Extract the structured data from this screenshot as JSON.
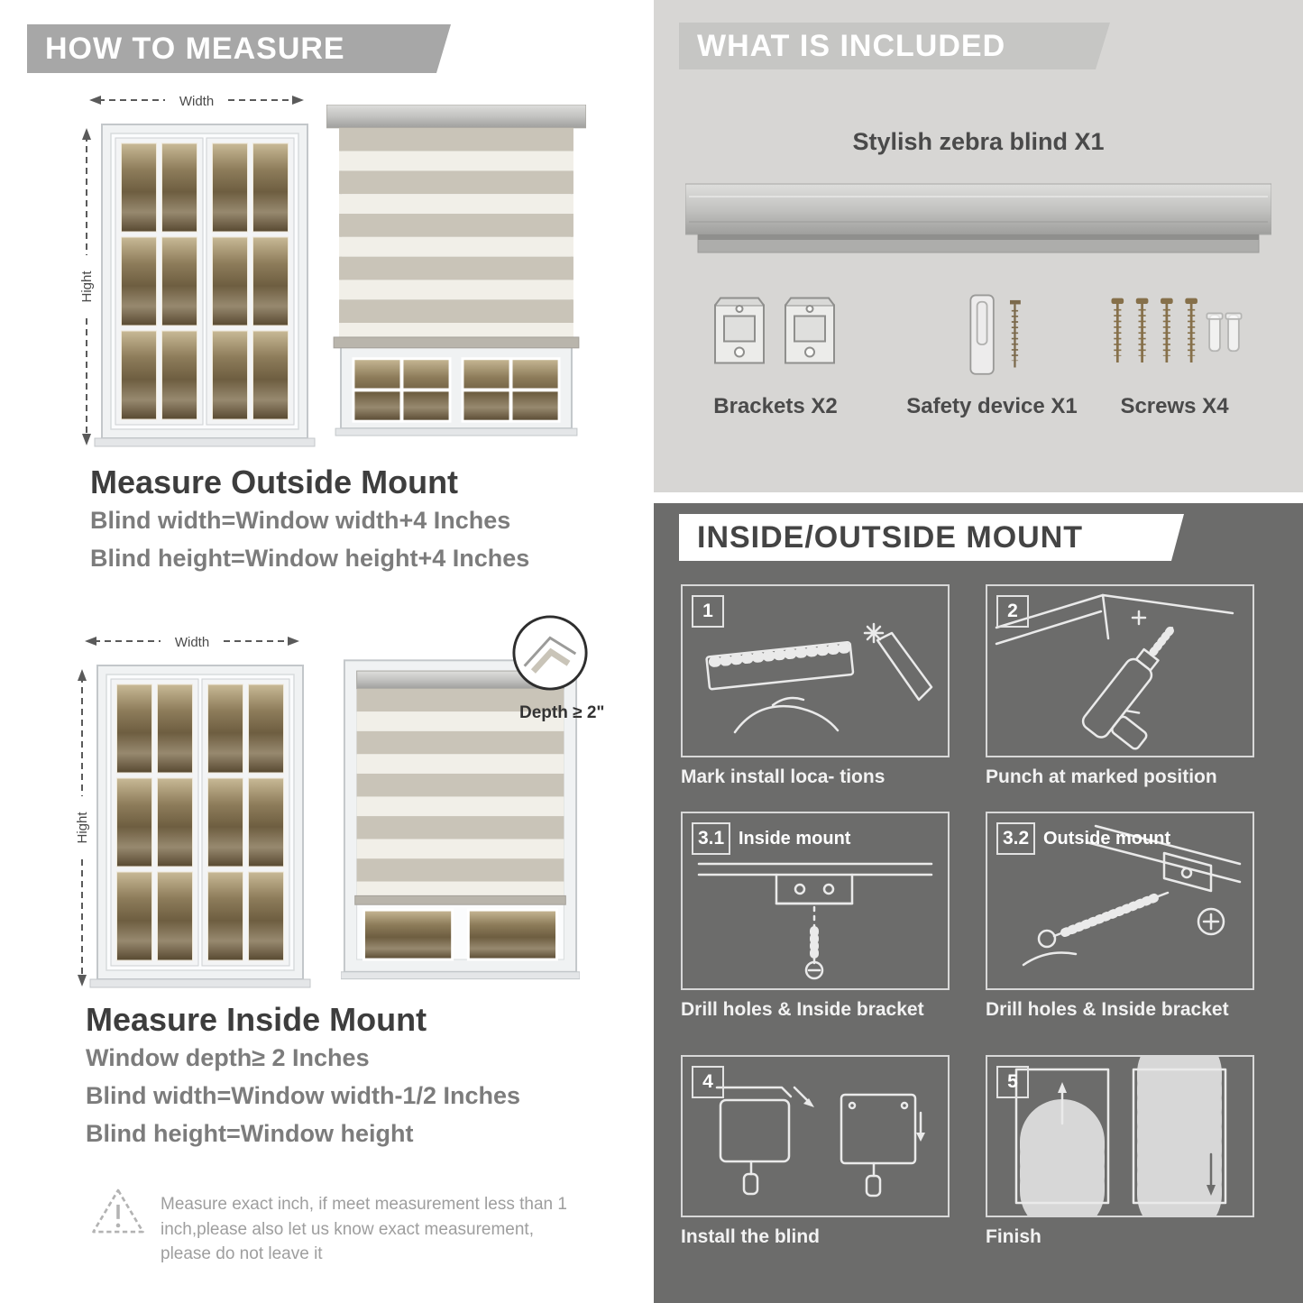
{
  "colors": {
    "banner_gray": "#a7a7a7",
    "included_bg": "#d7d6d4",
    "included_banner": "#c6c6c4",
    "mount_bg": "#6c6c6b",
    "title_dark": "#3d3d3d",
    "body_gray": "#7c7c7c",
    "blind_stripe_gray": "#c9c4b8",
    "blind_stripe_cream": "#f1efe8"
  },
  "how_to_measure": {
    "header": "HOW TO MEASURE",
    "outside": {
      "width_label": "Width",
      "height_label": "Hight",
      "title": "Measure Outside Mount",
      "rule1": "Blind width=Window width+4 Inches",
      "rule2": "Blind height=Window height+4 Inches"
    },
    "inside": {
      "width_label": "Width",
      "height_label": "Hight",
      "depth_label": "Depth ≥ 2\"",
      "title": "Measure Inside Mount",
      "rule1": "Window depth≥ 2 Inches",
      "rule2": "Blind width=Window width-1/2 Inches",
      "rule3": "Blind height=Window height"
    },
    "note": "Measure exact inch, if meet measurement less than 1 inch,please also let us know exact measurement, please do not leave it"
  },
  "included": {
    "header": "WHAT IS INCLUDED",
    "blind_label": "Stylish zebra blind X1",
    "items": [
      {
        "label": "Brackets X2"
      },
      {
        "label": "Safety device X1"
      },
      {
        "label": "Screws X4"
      }
    ]
  },
  "mount_guide": {
    "header": "INSIDE/OUTSIDE MOUNT",
    "steps": [
      {
        "num": "1",
        "caption": "Mark install loca- tions"
      },
      {
        "num": "2",
        "caption": "Punch at marked position"
      },
      {
        "num": "3.1",
        "label": "Inside mount",
        "caption": "Drill holes & Inside bracket"
      },
      {
        "num": "3.2",
        "label": "Outside mount",
        "caption": "Drill holes & Inside bracket"
      },
      {
        "num": "4",
        "caption": "Install the blind"
      },
      {
        "num": "5",
        "caption": "Finish"
      }
    ]
  }
}
